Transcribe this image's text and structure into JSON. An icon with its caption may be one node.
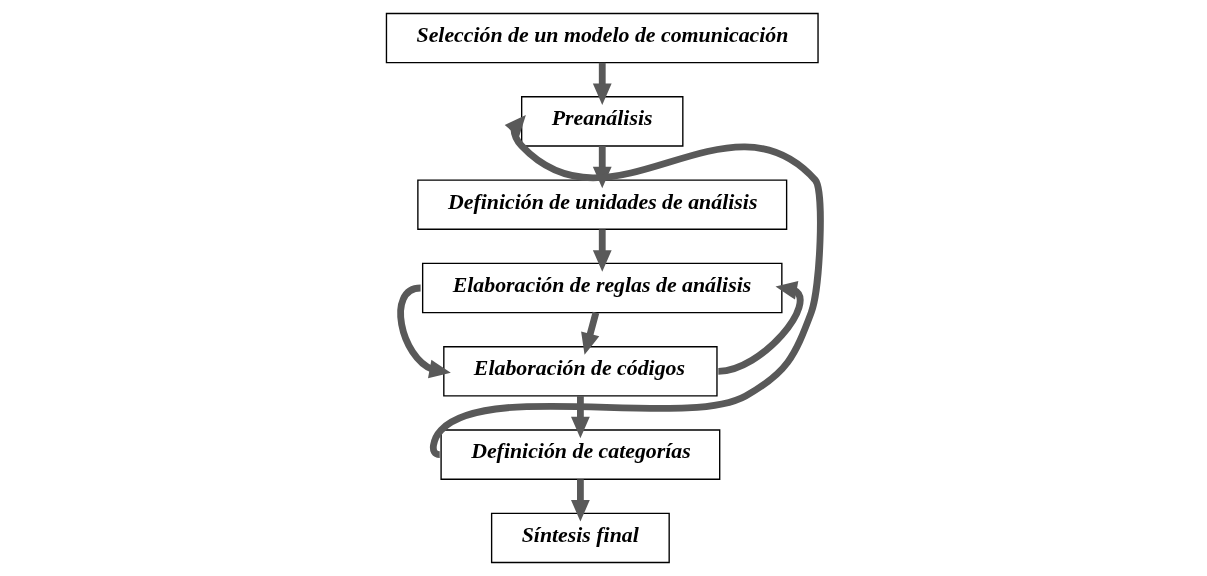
{
  "diagram": {
    "nodes": [
      {
        "text": [
          "Selección de un modelo de comunicación"
        ]
      },
      {
        "text": [
          "Preanálisis"
        ]
      },
      {
        "text": [
          "Definición de unidades de análisis"
        ]
      },
      {
        "text": [
          "Elaboración de reglas de análisis"
        ]
      },
      {
        "text": [
          "Elaboración de códigos"
        ]
      },
      {
        "text": [
          "Definición de categorías"
        ]
      },
      {
        "text": [
          "Síntesis final"
        ]
      }
    ],
    "edges": [
      {
        "from": 0,
        "to": 1,
        "arrow": "to"
      },
      {
        "from": 1,
        "to": 2,
        "arrow": "to"
      },
      {
        "from": 2,
        "to": 3,
        "arrow": "to"
      },
      {
        "from": 3,
        "to": 4,
        "arrow": "to"
      },
      {
        "from": 3,
        "to": 4,
        "arrow": "to"
      },
      {
        "from": 4,
        "to": 3,
        "arrow": "to"
      },
      {
        "from": 4,
        "to": 5,
        "arrow": "to"
      },
      {
        "from": 5,
        "to": 1,
        "arrow": "to"
      },
      {
        "from": 5,
        "to": 6,
        "arrow": "to"
      }
    ]
  }
}
